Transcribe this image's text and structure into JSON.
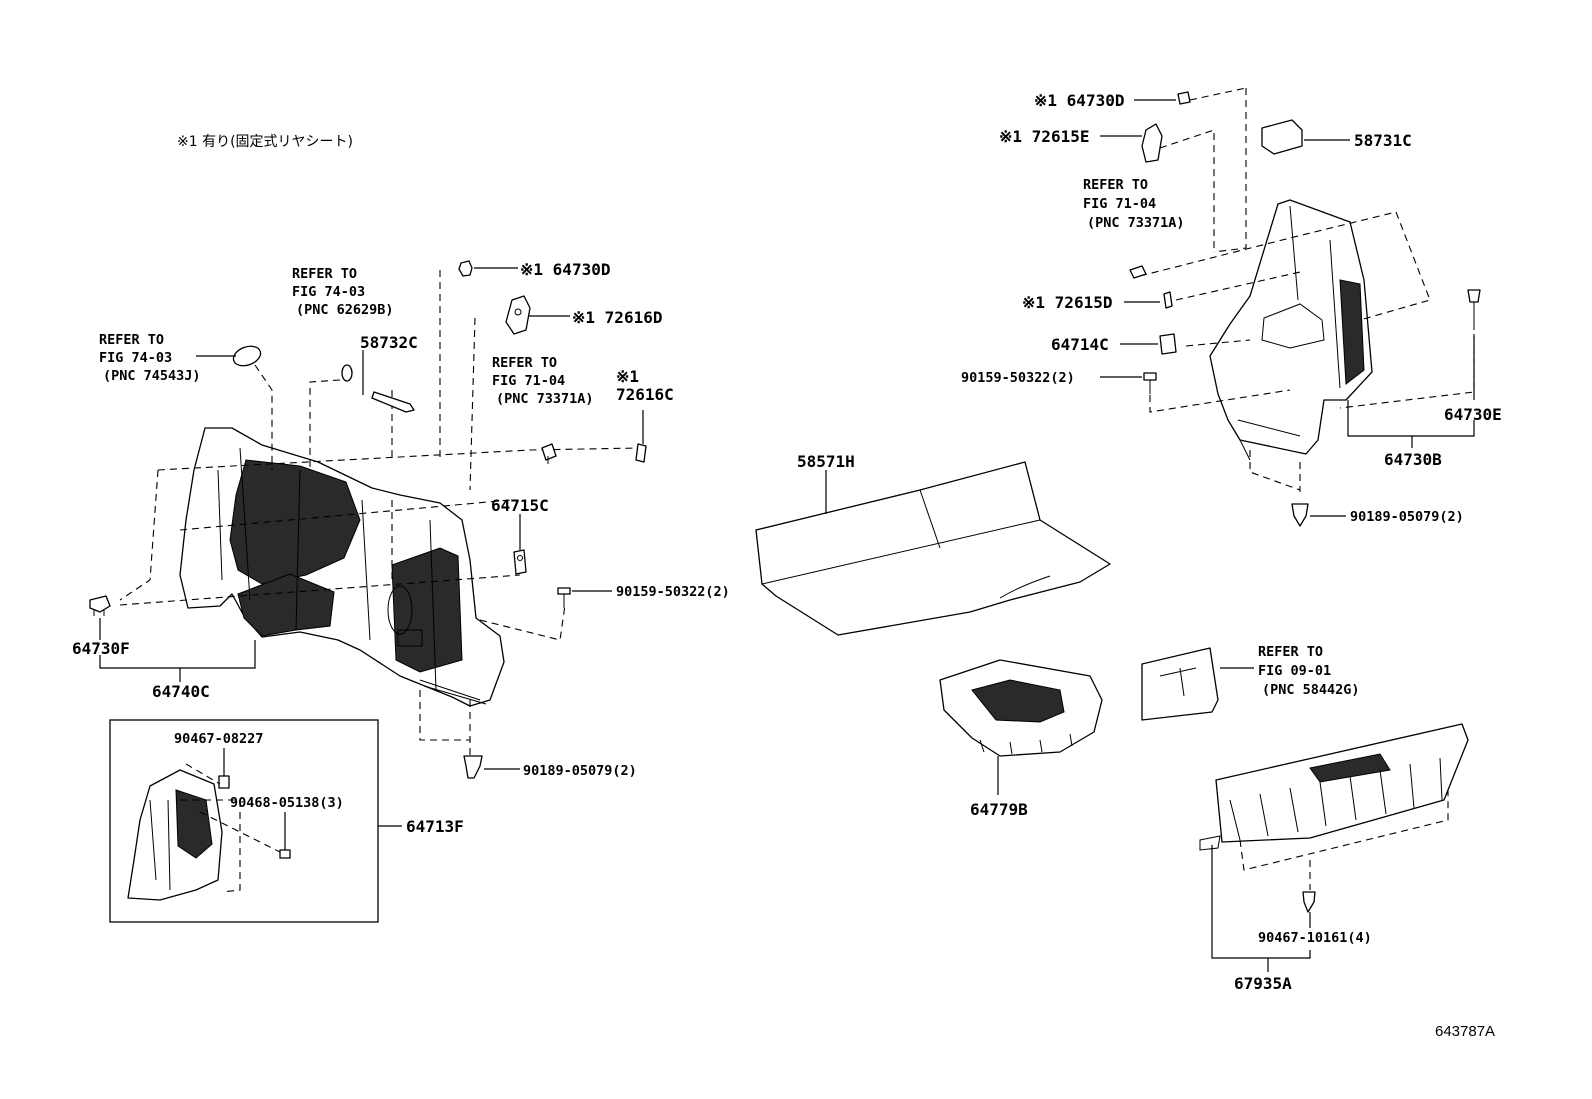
{
  "note": "※1 有り(固定式リヤシート)",
  "figure_id": "643787A",
  "parts": {
    "p64730D_left": "※1 64730D",
    "p72616D": "※1 72616D",
    "p58732C": "58732C",
    "p72616C_mark": "※1",
    "p72616C": "72616C",
    "p64715C": "64715C",
    "p90159_left": "90159-50322(2)",
    "p64730F": "64730F",
    "p64740C": "64740C",
    "p90189_left": "90189-05079(2)",
    "p90467_08227": "90467-08227",
    "p90468_05138": "90468-05138(3)",
    "p64713F": "64713F",
    "p58571H": "58571H",
    "p64779B": "64779B",
    "p64730D_right": "※1 64730D",
    "p72615E": "※1 72615E",
    "p58731C": "58731C",
    "p72615D": "※1 72615D",
    "p64714C": "64714C",
    "p90159_right": "90159-50322(2)",
    "p64730E": "64730E",
    "p64730B": "64730B",
    "p90189_right": "90189-05079(2)",
    "p90467_10161": "90467-10161(4)",
    "p67935A": "67935A"
  },
  "refs": {
    "r1": [
      "REFER TO",
      "FIG 74-03",
      "(PNC 74543J)"
    ],
    "r2": [
      "REFER TO",
      "FIG 74-03",
      "(PNC 62629B)"
    ],
    "r3": [
      "REFER TO",
      "FIG 71-04",
      "(PNC 73371A)"
    ],
    "r4": [
      "REFER TO",
      "FIG 71-04",
      "(PNC 73371A)"
    ],
    "r5": [
      "REFER TO",
      "FIG 09-01",
      "(PNC 58442G)"
    ]
  }
}
